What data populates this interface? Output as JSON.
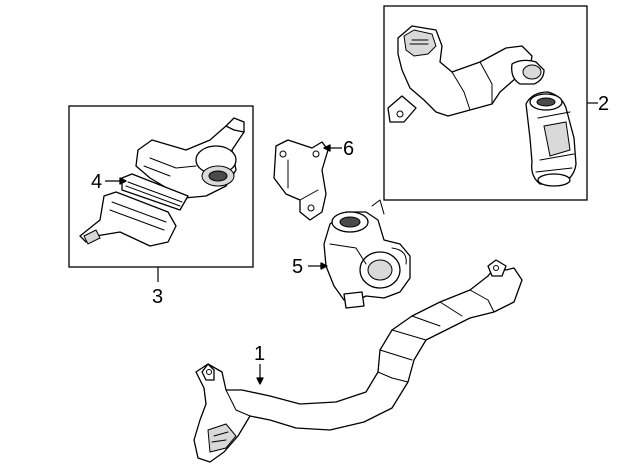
{
  "callouts": {
    "c1": "1",
    "c2": "2",
    "c3": "3",
    "c4": "4",
    "c5": "5",
    "c6": "6"
  },
  "colors": {
    "line": "#000000",
    "background": "#ffffff",
    "shade": "#d9d9d9"
  }
}
